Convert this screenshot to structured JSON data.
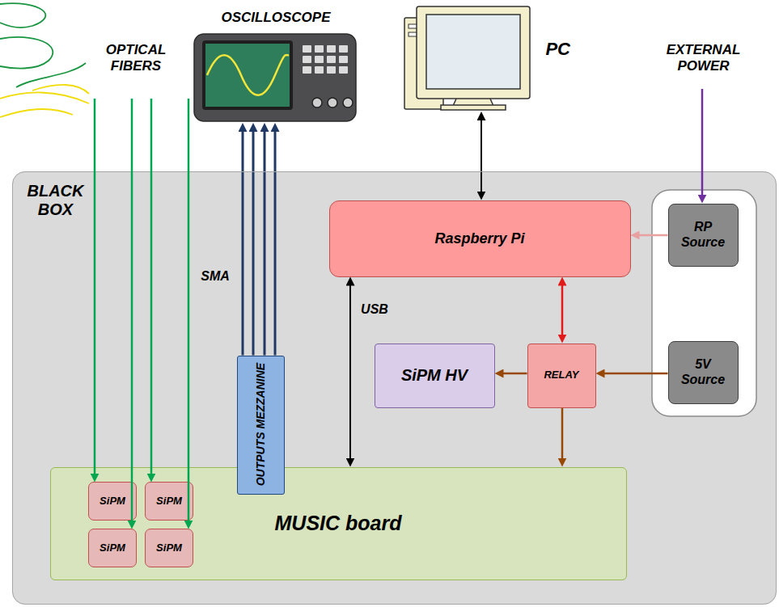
{
  "diagram": {
    "nodes": [
      {
        "text": [
          "OSCILLOSCOPE"
        ]
      },
      {
        "text": [
          "PC"
        ]
      },
      {
        "text": [
          "BLACK BOX"
        ]
      },
      {
        "text": [
          "Raspberry Pi"
        ],
        "in": 2
      },
      {
        "text": [
          "RP Source"
        ],
        "in": 2
      },
      {
        "text": [
          "OUTPUTS MEZZANINE"
        ],
        "in": 2
      },
      {
        "text": [
          "SiPM HV"
        ],
        "in": 2
      },
      {
        "text": [
          "RELAY"
        ],
        "in": 2
      },
      {
        "text": [
          "5V Source"
        ],
        "in": 2
      },
      {
        "text": [
          "MUSIC board"
        ],
        "in": 2
      },
      {
        "text": [
          "SiPM"
        ],
        "in": 9
      },
      {
        "text": [
          "SiPM"
        ],
        "in": 9
      },
      {
        "text": [
          "SiPM"
        ],
        "in": 9
      },
      {
        "text": [
          "SiPM"
        ],
        "in": 9
      }
    ],
    "edges": [
      {
        "from": 5,
        "to": 0,
        "arrow": "to",
        "label": "SMA"
      },
      {
        "from": 5,
        "to": 0,
        "arrow": "to"
      },
      {
        "from": 5,
        "to": 0,
        "arrow": "to"
      },
      {
        "from": 5,
        "to": 0,
        "arrow": "to"
      },
      {
        "from": 1,
        "to": 3,
        "arrow": "both"
      },
      {
        "from": 4,
        "to": 3,
        "arrow": "to"
      },
      {
        "from": 3,
        "to": 7,
        "arrow": "both"
      },
      {
        "from": 3,
        "to": 9,
        "arrow": "both",
        "label": "USB"
      },
      {
        "from": 8,
        "to": 7,
        "arrow": "to"
      },
      {
        "from": 7,
        "to": 6,
        "arrow": "to"
      },
      {
        "from": 7,
        "to": 9,
        "arrow": "to"
      }
    ],
    "labels": [
      "OPTICAL FIBERS",
      "EXTERNAL POWER"
    ]
  }
}
